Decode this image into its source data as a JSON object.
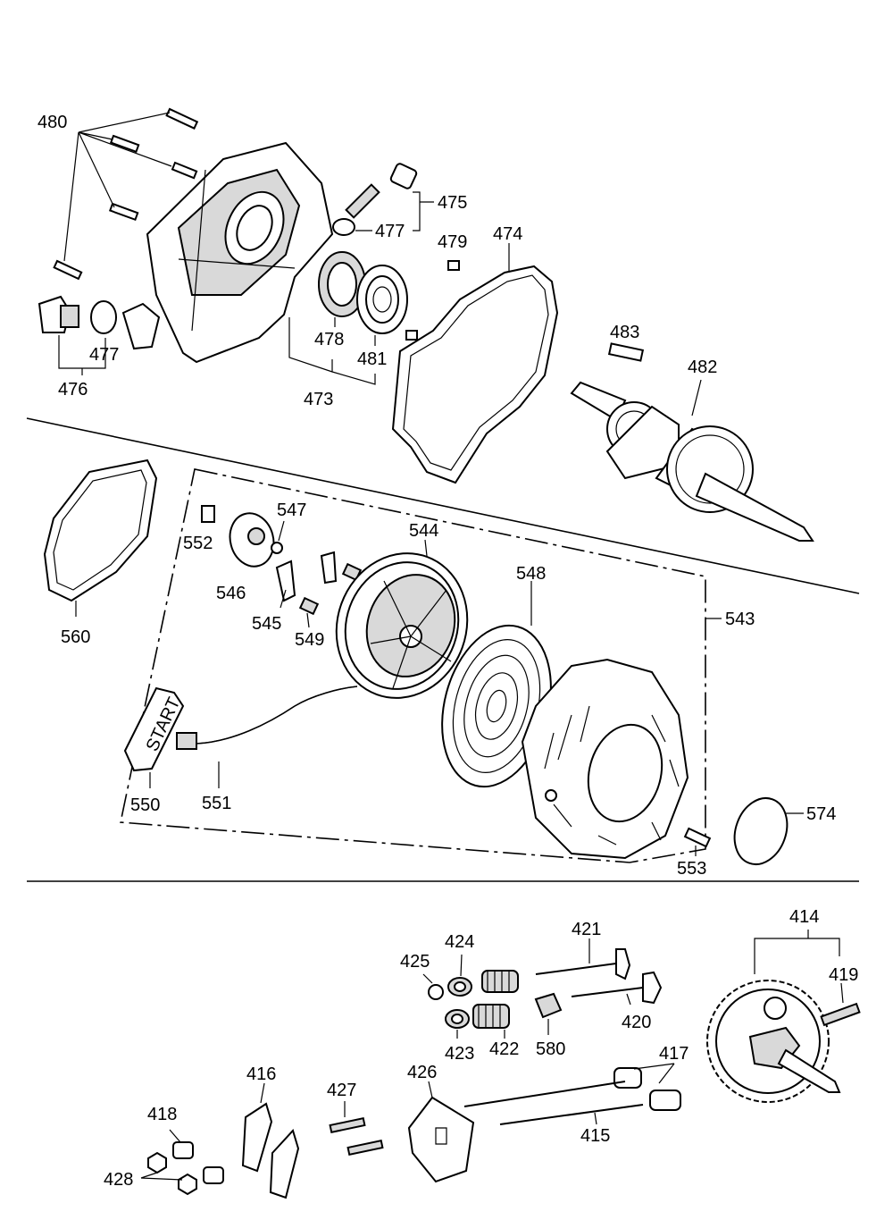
{
  "labels": {
    "l480": "480",
    "l475": "475",
    "l477a": "477",
    "l479": "479",
    "l474": "474",
    "l477b": "477",
    "l476": "476",
    "l478": "478",
    "l481": "481",
    "l473": "473",
    "l483": "483",
    "l482": "482",
    "l547": "547",
    "l544": "544",
    "l552": "552",
    "l546": "546",
    "l548": "548",
    "l560": "560",
    "l545": "545",
    "l549": "549",
    "l543": "543",
    "l550": "550",
    "l551": "551",
    "l574": "574",
    "l553": "553",
    "l414": "414",
    "l421": "421",
    "l424": "424",
    "l425": "425",
    "l419": "419",
    "l420": "420",
    "l423": "423",
    "l422": "422",
    "l580": "580",
    "l417": "417",
    "l416": "416",
    "l427": "427",
    "l426": "426",
    "l418": "418",
    "l415": "415",
    "l428": "428"
  },
  "start_handle_text": "START"
}
